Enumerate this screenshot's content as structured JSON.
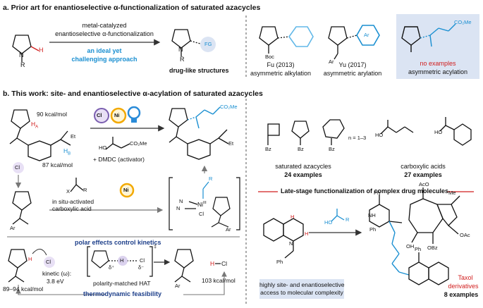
{
  "section_a": {
    "title": "a. Prior art for enantioselective α-functionalization of saturated azacycles",
    "reagent_line1": "metal-catalyzed",
    "reagent_line2": "enantioselective α-functionalization",
    "ideal_line1": "an ideal yet",
    "ideal_line2": "challenging approach",
    "product_caption": "drug-like structures",
    "fg_label": "FG",
    "r_label": "R",
    "n_label": "N",
    "h_label": "H",
    "fu_line1": "Fu (2013)",
    "fu_line2": "asymmetric alkylation",
    "boc_label": "Boc",
    "yu_line1": "Yu (2017)",
    "yu_line2": "asymmetric arylation",
    "ar_label": "Ar",
    "thioamide_ar": "Ar",
    "no_examples": "no examples",
    "acylation": "asymmetric acylation",
    "co2me": "CO₂Me"
  },
  "section_b": {
    "title": "b. This work: site- and enantioselective α-acylation of saturated azacycles",
    "bde_alpha": "90 kcal/mol",
    "ha_label": "H",
    "ha_sub": "A",
    "bde_benzylic": "87 kcal/mol",
    "hb_label": "H",
    "hb_sub": "B",
    "et_label": "Et",
    "cl_catalyst": "Cl",
    "ni_catalyst": "Ni",
    "acid_co2me": "CO₂Me",
    "ho_label": "HO",
    "dmdc": "+ DMDC (activator)",
    "product_co2me": "CO₂Me",
    "product_et": "Et",
    "cl_radical": "Cl",
    "in_situ_line1": "in situ-activated",
    "in_situ_line2": "carboxylic acid",
    "x_label": "X",
    "r_acyl": "R",
    "ni_cycle": "Ni",
    "ni_complex": "Ni",
    "ni_ox": "III",
    "r_complex": "R",
    "cl_complex": "Cl",
    "n_ligand": "N",
    "ar_label": "Ar",
    "polar_title": "polar effects control kinetics",
    "kinetic_line1": "kinetic (ω):",
    "kinetic_line2": "3.8 eV",
    "bde_range": "89–94 kcal/mol",
    "polarity_hat": "polarity-matched HAT",
    "delta_plus": "δ⁺",
    "delta_minus": "δ⁻",
    "ts_h": "H",
    "ts_cl": "Cl",
    "dagger": "‡",
    "hcl_h": "H",
    "hcl_cl": "Cl",
    "bde_hcl": "103 kcal/mol",
    "thermo": "thermodynamic feasibility",
    "azacycles_caption": "saturated azacycles",
    "azacycles_count": "24 examples",
    "n_range": "n = 1–3",
    "bz_label": "Bz",
    "acids_caption": "carboxylic acids",
    "acids_count": "27 examples",
    "late_stage": "Late-stage functionalization of complex drug molecules",
    "highly_line1": "highly site- and enantioselective",
    "highly_line2": "access to molecular complexity",
    "taxol_line1": "Taxol",
    "taxol_line2": "derivatives",
    "taxol_count": "8 examples",
    "ph_label": "Ph",
    "aco_label": "AcO",
    "obz_label": "OBz",
    "oh_label": "OH",
    "oac_label": "OAc",
    "ho_short": "HO",
    "nh_label": "NH",
    "me_label": "Me"
  },
  "colors": {
    "accent_blue": "#1a8fd1",
    "navy": "#1d3f8a",
    "red": "#d11d1d",
    "panel_bg": "#dbe4f3",
    "catalyst_orange": "#f2a900",
    "catalyst_purple": "#7b5fb0",
    "catalyst_blue": "#2a8bd8"
  }
}
